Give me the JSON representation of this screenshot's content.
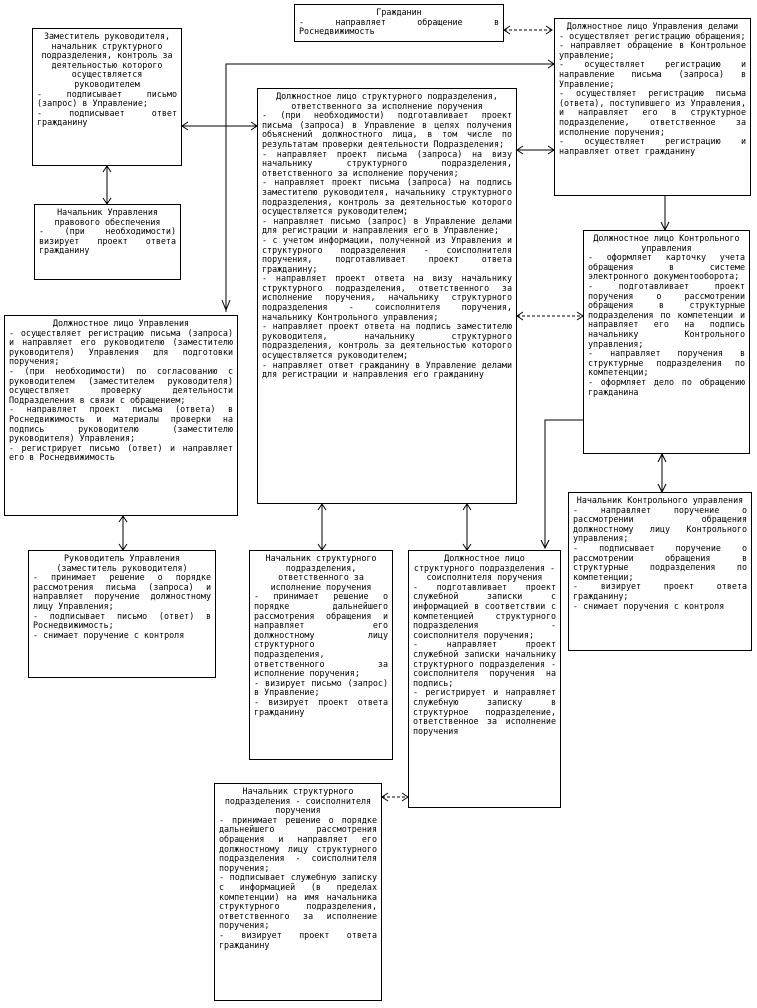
{
  "nodes": {
    "citizen": {
      "title": "Гражданин",
      "lines": [
        "- направляет обращение в Роснедвижимость"
      ]
    },
    "deputy": {
      "title": "Заместитель руководителя, начальник структурного подразделения, контроль за деятельностью которого осуществляется руководителем",
      "lines": [
        "- подписывает письмо (запрос) в Управление;",
        "- подписывает ответ гражданину"
      ]
    },
    "legal": {
      "title": "Начальник Управления правового обеспечения",
      "lines": [
        "- (при необходимости) визирует проект ответа гражданину"
      ]
    },
    "exec": {
      "title": "Должностное лицо структурного подразделения, ответственного за исполнение поручения",
      "lines": [
        "- (при необходимости) подготавливает проект письма (запроса) в Управление в целях получения объяснений должностного лица, в том числе по результатам проверки деятельности Подразделения;",
        "- направляет проект письма (запроса) на визу начальнику структурного подразделения, ответственного за исполнение поручения;",
        "- направляет проект письма (запроса) на подпись заместителю руководителя, начальнику структурного подразделения, контроль за деятельностью которого осуществляется руководителем;",
        "- направляет письмо (запрос) в Управление делами для регистрации и направления его в Управление;",
        "- с учетом информации, полученной из Управления и структурного подразделения - соисполнителя поручения, подготавливает проект ответа гражданину;",
        "- направляет проект ответа на визу начальнику структурного подразделения, ответственного за исполнение поручения, начальнику структурного подразделения - соисполнителя поручения, начальнику Контрольного управления;",
        "- направляет проект ответа на подпись заместителю руководителя, начальнику структурного подразделения, контроль за деятельностью которого осуществляется руководителем;",
        "- направляет ответ гражданину в Управление делами для регистрации и направления его гражданину"
      ]
    },
    "affairs": {
      "title": "Должностное лицо Управления делами",
      "lines": [
        "- осуществляет регистрацию обращения;",
        "- направляет обращение в Контрольное управление;",
        "- осуществляет регистрацию и направление письма (запроса) в Управление;",
        "- осуществляет регистрацию письма (ответа), поступившего из Управления, и направляет его в структурное подразделение, ответственное за исполнение поручения;",
        "- осуществляет регистрацию и направляет ответ гражданину"
      ]
    },
    "control": {
      "title": "Должностное лицо Контрольного управления",
      "lines": [
        "- оформляет карточку учета обращения в системе электронного документооборота;",
        "- подготавливает проект поручения о рассмотрении обращения в структурные подразделения по компетенции и направляет его на подпись начальнику Контрольного управления;",
        "- направляет поручения в структурные подразделения по компетенции;",
        "- оформляет дело по обращению гражданина"
      ]
    },
    "uprav": {
      "title": "Должностное лицо Управления",
      "lines": [
        "- осуществляет регистрацию письма (запроса) и направляет его руководителю (заместителю руководителя) Управления для подготовки поручения;",
        "- (при необходимости) по согласованию с руководителем (заместителем руководителя) осуществляет проверку деятельности Подразделения в связи с обращением;",
        "- направляет проект письма (ответа) в Роснедвижимость и материалы проверки на подпись руководителю (заместителю руководителя) Управления;",
        "- регистрирует письмо (ответ) и направляет его в Роснедвижимость"
      ]
    },
    "controlHead": {
      "title": "Начальник Контрольного управления",
      "lines": [
        "- направляет поручение о рассмотрении обращения должностному лицу Контрольного управления;",
        "- подписывает поручение о рассмотрении обращения в структурные подразделения по компетенции;",
        "- визирует проект ответа гражданину;",
        "- снимает поручения с контроля"
      ]
    },
    "upravHead": {
      "title": "Руководитель Управления (заместитель руководителя)",
      "lines": [
        "- принимает решение о порядке рассмотрения письма (запроса) и направляет поручение должностному лицу Управления;",
        "- подписывает письмо (ответ) в Роснедвижимость;",
        "- снимает поручение с контроля"
      ]
    },
    "subHead": {
      "title": "Начальник структурного подразделения, ответственного за исполнение поручения",
      "lines": [
        "- принимает решение о порядке дальнейшего рассмотрения обращения и направляет его должностному лицу структурного подразделения, ответственного за исполнение поручения;",
        "- визирует письмо (запрос) в Управление;",
        "- визирует проект ответа гражданину"
      ]
    },
    "coExec": {
      "title": "Должностное лицо структурного подразделения - соисполнителя поручения",
      "lines": [
        "- подготавливает проект служебной записки с информацией в соответствии с компетенцией структурного подразделения - соисполнителя поручения;",
        "- направляет проект служебной записки начальнику структурного подразделения - соисполнителя поручения на подпись;",
        "- регистрирует и направляет служебную записку в структурное подразделение, ответственное за исполнение поручения"
      ]
    },
    "coHead": {
      "title": "Начальник структурного подразделения - соисполнителя поручения",
      "lines": [
        "- принимает решение о порядке дальнейшего рассмотрения обращения и направляет его должностному лицу структурного подразделения - соисполнителя поручения;",
        "- подписывает служебную записку с информацией (в пределах компетенции) на имя начальника структурного подразделения, ответственного за исполнение поручения;",
        "- визирует проект ответа гражданину"
      ]
    }
  }
}
